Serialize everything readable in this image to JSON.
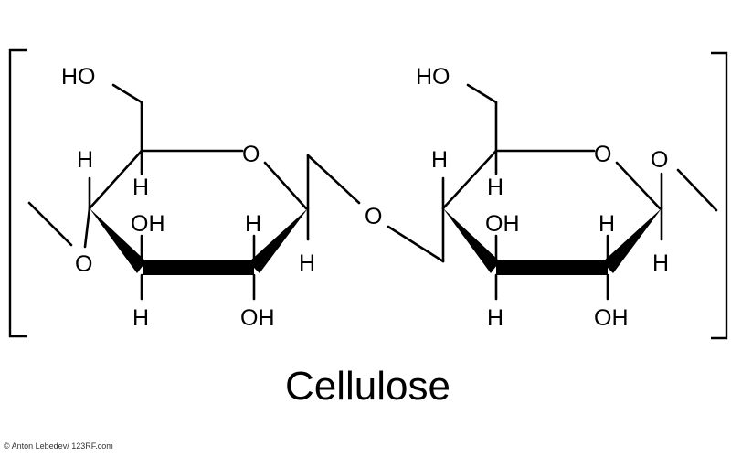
{
  "caption": "Cellulose",
  "credit": "© Anton Lebedev/ 123RF.com",
  "labels": {
    "hydroxymethyl": "HO",
    "hydroxyl": "OH",
    "oxygen": "O",
    "hydrogen": "H"
  },
  "colors": {
    "ink": "#000000",
    "background": "#ffffff"
  }
}
